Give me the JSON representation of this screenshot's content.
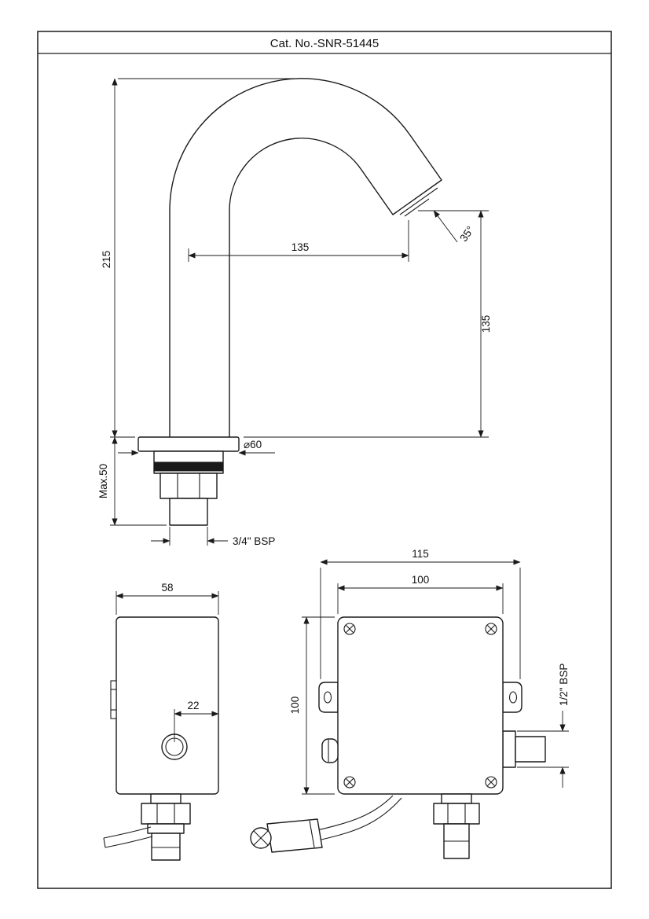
{
  "title": "Cat. No.-SNR-51445",
  "spout_view": {
    "dim_height": "215",
    "dim_reach": "135",
    "dim_outlet_height": "135",
    "dim_angle": "35°",
    "dim_flange_dia": "⌀60",
    "dim_max_deck": "Max.50",
    "dim_inlet_thread": "3/4\" BSP"
  },
  "control_box_side": {
    "dim_depth": "58",
    "dim_sensor_offset": "22"
  },
  "control_box_front": {
    "dim_overall_width": "115",
    "dim_body_width": "100",
    "dim_body_height": "100",
    "dim_outlet_thread": "1/2\" BSP"
  }
}
